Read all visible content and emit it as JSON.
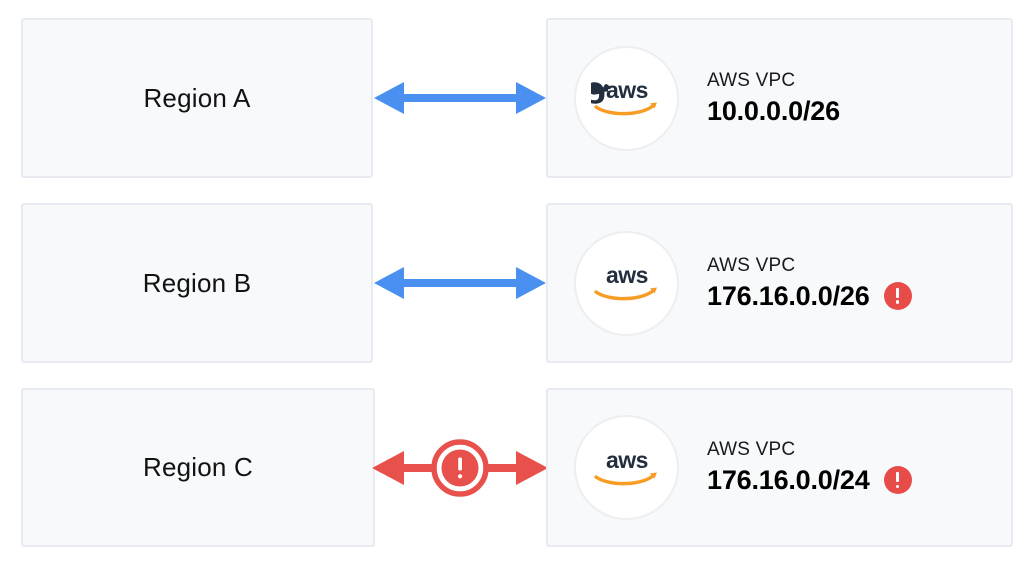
{
  "colors": {
    "box_fill": "#f7f9fb",
    "box_border": "#e7eaf0",
    "arrow_ok": "#4a90f0",
    "arrow_error": "#e8504c",
    "error_badge": "#e84c49",
    "aws_text": "#232f3e",
    "aws_smile": "#f79c24"
  },
  "rows": [
    {
      "region_label": "Region A",
      "connector": {
        "state": "ok",
        "icon": "double-arrow-icon",
        "color": "#4a90f0",
        "has_error_badge": false
      },
      "vpc": {
        "logo_icon": "aws-logo-icon",
        "logo_text": "aws",
        "title": "AWS VPC",
        "cidr": "10.0.0.0/26",
        "has_error_badge": false,
        "error_icon": "error-exclamation-icon"
      }
    },
    {
      "region_label": "Region B",
      "connector": {
        "state": "ok",
        "icon": "double-arrow-icon",
        "color": "#4a90f0",
        "has_error_badge": false
      },
      "vpc": {
        "logo_icon": "aws-logo-icon",
        "logo_text": "aws",
        "title": "AWS VPC",
        "cidr": "176.16.0.0/26",
        "has_error_badge": true,
        "error_icon": "error-exclamation-icon"
      }
    },
    {
      "region_label": "Region C",
      "connector": {
        "state": "error",
        "icon": "double-arrow-error-icon",
        "color": "#e8504c",
        "has_error_badge": true
      },
      "vpc": {
        "logo_icon": "aws-logo-icon",
        "logo_text": "aws",
        "title": "AWS VPC",
        "cidr": "176.16.0.0/24",
        "has_error_badge": true,
        "error_icon": "error-exclamation-icon"
      }
    }
  ]
}
